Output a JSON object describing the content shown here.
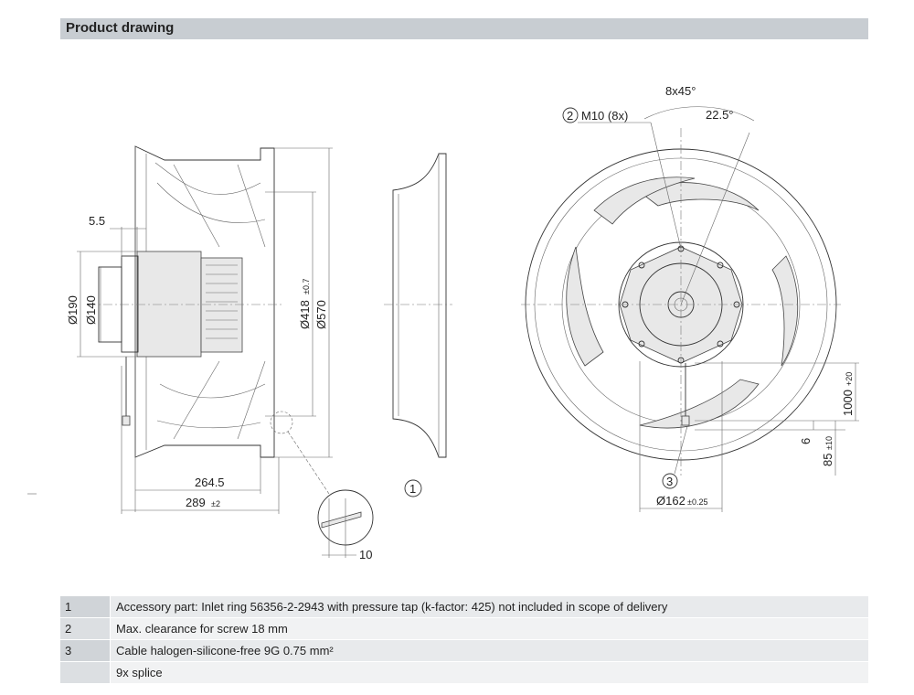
{
  "header": {
    "title": "Product drawing"
  },
  "dimensions": {
    "d55": "5.5",
    "d190": "Ø190",
    "d140": "Ø140",
    "d418": "Ø418",
    "d418_tol": "±0.7",
    "d570": "Ø570",
    "d2645": "264.5",
    "d289": "289",
    "d289_tol": "±2",
    "d10": "10",
    "m10": "M10 (8x)",
    "angle1": "8x45°",
    "angle2": "22.5°",
    "d162": "Ø162",
    "d162_tol": "±0.25",
    "d1000": "1000",
    "d1000_tol": "+20",
    "d6": "6",
    "d85": "85",
    "d85_tol": "±10"
  },
  "callouts": {
    "c1": "1",
    "c2": "2",
    "c3": "3"
  },
  "notes": [
    {
      "num": "1",
      "text": "Accessory part: Inlet ring 56356-2-2943 with pressure tap (k-factor: 425) not included in scope of delivery"
    },
    {
      "num": "2",
      "text": "Max. clearance for screw 18 mm"
    },
    {
      "num": "3",
      "text": "Cable halogen-silicone-free 9G 0.75 mm²"
    },
    {
      "num": "",
      "text": "9x splice"
    }
  ]
}
